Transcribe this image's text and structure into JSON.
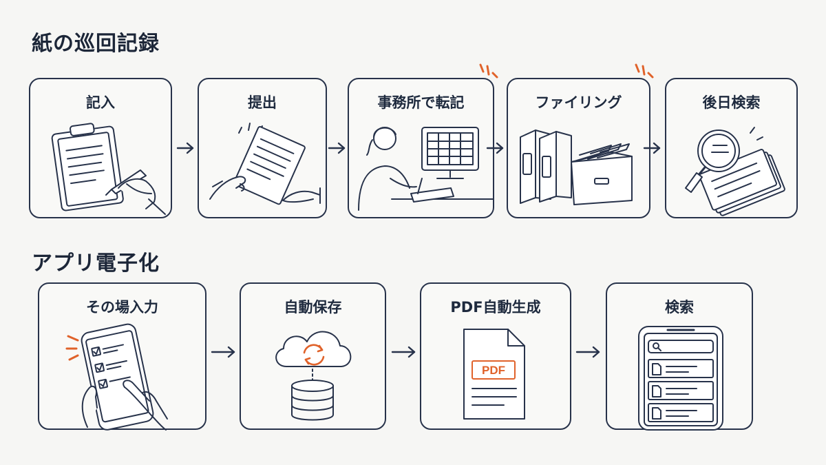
{
  "colors": {
    "ink": "#27324a",
    "accent": "#e0622a",
    "background": "#f6f6f4"
  },
  "paper_section": {
    "title": "紙の巡回記録",
    "steps": [
      {
        "label": "記入",
        "icon": "clipboard-writing-icon"
      },
      {
        "label": "提出",
        "icon": "handing-over-document-icon"
      },
      {
        "label": "事務所で転記",
        "icon": "office-worker-computer-icon",
        "highlight": true
      },
      {
        "label": "ファイリング",
        "icon": "binders-and-file-box-icon",
        "highlight": true
      },
      {
        "label": "後日検索",
        "icon": "magnifier-over-papers-icon"
      }
    ]
  },
  "app_section": {
    "title": "アプリ電子化",
    "steps": [
      {
        "label": "その場入力",
        "icon": "smartphone-checklist-icon"
      },
      {
        "label": "自動保存",
        "icon": "cloud-sync-database-icon"
      },
      {
        "label": "PDF自動生成",
        "icon": "pdf-document-icon",
        "badge": "PDF"
      },
      {
        "label": "検索",
        "icon": "phone-search-list-icon"
      }
    ]
  }
}
